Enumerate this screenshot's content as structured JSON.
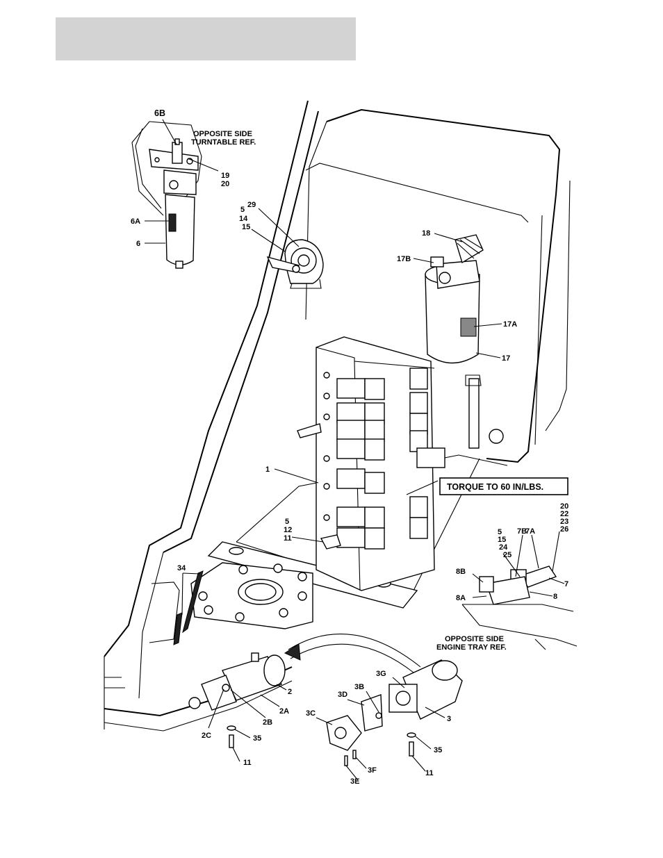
{
  "header": {
    "bar_color": "#d3d3d3"
  },
  "notes": {
    "opposite_turntable": [
      "OPPOSITE SIDE",
      "TURNTABLE REF."
    ],
    "opposite_engine": [
      "OPPOSITE SIDE",
      "ENGINE TRAY REF."
    ],
    "torque": "TORQUE TO 60 IN/LBS."
  },
  "callouts": {
    "c6B": "6B",
    "c19_20": [
      "19",
      "20"
    ],
    "c6A": "6A",
    "c6": "6",
    "c29_5_14_15": [
      "29",
      "5",
      "14",
      "15"
    ],
    "c18": "18",
    "c17B": "17B",
    "c17A": "17A",
    "c17": "17",
    "c1": "1",
    "c5_12_11": [
      "5",
      "12",
      "11"
    ],
    "c20_22_23_26": [
      "20",
      "22",
      "23",
      "26"
    ],
    "c5_15_24_25": [
      "5",
      "15",
      "24",
      "25"
    ],
    "c7B": "7B",
    "c7A": "7A",
    "c7": "7",
    "c8B": "8B",
    "c8A": "8A",
    "c8": "8",
    "c34": "34",
    "c2": "2",
    "c2A": "2A",
    "c2B": "2B",
    "c2C": "2C",
    "c35a": "35",
    "c11a": "11",
    "c3G": "3G",
    "c3B": "3B",
    "c3D": "3D",
    "c3C": "3C",
    "c3": "3",
    "c3F": "3F",
    "c3E": "3E",
    "c35b": "35",
    "c11b": "11"
  }
}
